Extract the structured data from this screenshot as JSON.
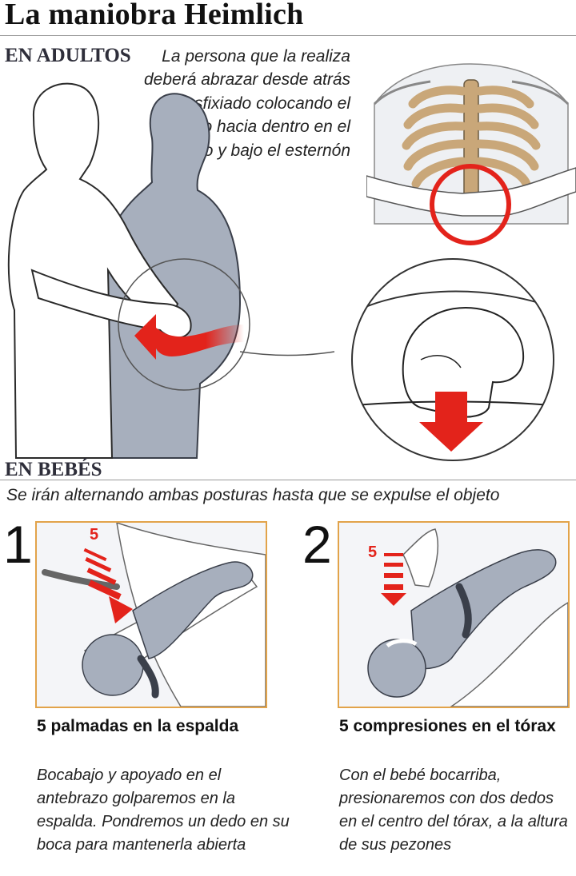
{
  "title": "La maniobra Heimlich",
  "adults": {
    "heading": "EN ADULTOS",
    "caption": "La persona que la realiza deberá abrazar desde atrás al asfixiado colocando el puño hacia dentro en el pecho y bajo el esternón"
  },
  "babies": {
    "heading": "EN BEBÉS",
    "intro": "Se irán alternando ambas posturas hasta que se expulse el objeto",
    "steps": [
      {
        "number": "1",
        "count_label": "5",
        "title": "5 palmadas en la espalda",
        "description": "Bocabajo y apoyado en el antebrazo golparemos en la espalda. Pondremos un dedo en su boca para mantenerla abierta"
      },
      {
        "number": "2",
        "count_label": "5",
        "title": "5 compresiones en el tórax",
        "description": "Con el bebé bocarriba, presionaremos con dos dedos en el centro del tórax, a la altura de sus pezones"
      }
    ]
  },
  "colors": {
    "accent_red": "#e3231b",
    "figure_gray": "#a7afbd",
    "rib_tan": "#c9a779",
    "panel_border": "#e2a34a"
  }
}
